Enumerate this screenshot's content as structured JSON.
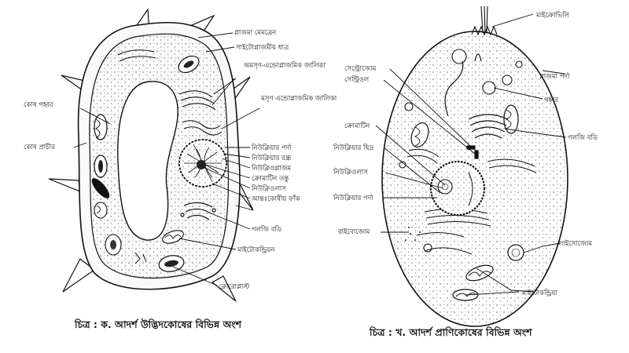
{
  "plant": {
    "labels": {
      "plasma_membrane": "প্লাজমা মেমব্রেন",
      "cytoplasm": "সাইটোপ্লাজমীয় ধাত্র",
      "rough_er": "অমসৃণ-এন্ডোপ্লাজমিক জালিকা",
      "smooth_er": "মসৃণ এন্ডোপ্লাজমিক জালিকা",
      "nuclear_membrane": "নিউক্লিয়ার পর্দা",
      "nuclear_pore": "নিউক্লিয়ার রন্ধ্র",
      "nucleoplasm": "নিউক্লিওপ্লাজম",
      "chromatin": "ক্রোমাটিন তন্তু",
      "nucleolus": "নিউক্লিওলাস",
      "intercellular": "আন্তঃকোষীয় ফাঁক",
      "golgi": "গলজি বডি",
      "mitochondria": "মাইটোকন্ড্রিয়ন",
      "chloroplast": "ক্লোরোপ্লাস্ট",
      "vacuole": "কোষ গহ্বর",
      "cell_wall": "কোষ প্রাচীর"
    },
    "caption": "চিত্র : ক. আদর্শ উদ্ভিদকোষের বিভিন্ন অংশ"
  },
  "animal": {
    "labels": {
      "microvilli": "মাইক্রোভিলি",
      "plasma_membrane": "প্লাজমা পর্দা",
      "vacuole": "গহ্বর",
      "centrosome": "সেন্ট্রোজোম",
      "centriole": "সেন্ট্রিওল",
      "chromatin": "ক্রোমাটিন",
      "nuclear_pore": "নিউক্লিয়ার ছিদ্র",
      "nucleolus": "নিউক্লিওলাস",
      "nuclear_membrane": "নিউক্লিয়ার পর্দা",
      "golgi": "গলজি বডি",
      "ribosome": "রাইবোজোম",
      "lysosome": "লাইসোজোম",
      "mitochondria": "মাইটোকন্ড্রিয়া"
    },
    "caption": "চিত্র : খ. আদর্শ প্রাণিকোষের বিভিন্ন অংশ"
  }
}
